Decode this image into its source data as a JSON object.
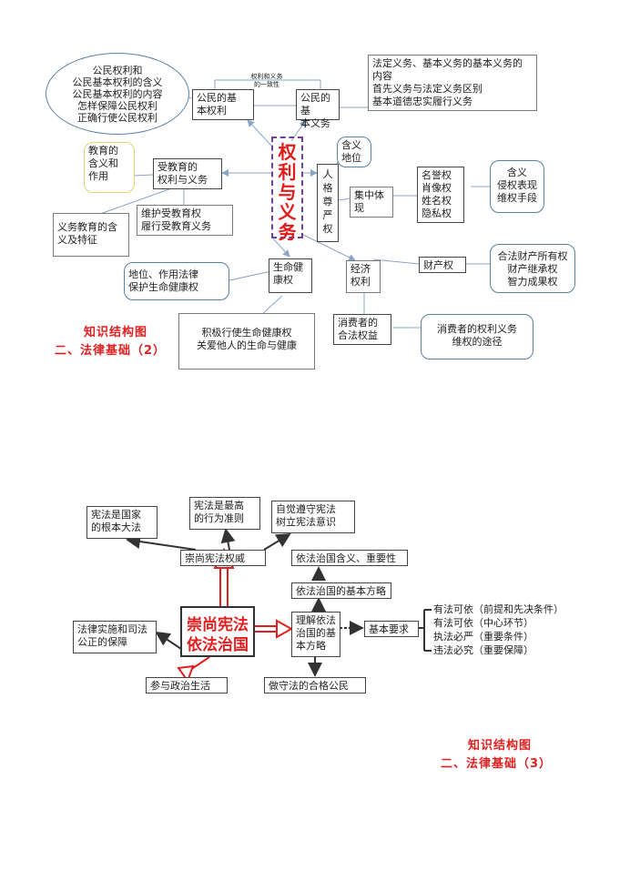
{
  "diagram2": {
    "rights_items": "公民权利和\n公民基本权利的含义\n公民基本权利的内容\n怎样保障公民权利\n正确行使公民权利",
    "basic_rights": "公民的基\n本权利",
    "consistency": "权利和义务\n的一致性",
    "basic_duties": "公民的基\n本义务",
    "duty_items": "法定义务、基本义务的基本义务的\n内容\n首先义务与法定义务区别\n基本道德忠实履行义务",
    "center": "权\n利\n与\n义\n务",
    "edu_meaning": "教育的\n含义和\n作用",
    "edu_rights": "受教育的\n权利与义务",
    "edu_protect": "维护受教育权\n履行受教育义务",
    "compulsory": "义务教育的含\n义及特征",
    "dignity": "人\n格\n尊\n严\n权",
    "dignity_meaning": "含义\n地位",
    "concentrated": "集中体\n现",
    "four_rights": "名誉权\n肖像权\n姓名权\n隐私权",
    "infringement": "含义\n侵权表现\n维权手段",
    "life_health": "生命健\n康权",
    "life_position": "地位、作用法律\n保护生命健康权",
    "life_active": "积极行使生命健康权\n关爱他人的生命与健康",
    "economic": "经济\n权利",
    "property": "财产权",
    "property_items": "合法财产所有权\n财产继承权\n智力成果权",
    "consumer": "消费者的\n合法权益",
    "consumer_items": "消费者的权利义务\n维权的途径",
    "title_line1": "知识结构图",
    "title_line2": "二、法律基础（2）"
  },
  "diagram3": {
    "supreme_law": "宪法是国家\n的根本大法",
    "highest_norm": "宪法是最高\n的行为准则",
    "conscious": "自觉遵守宪法\n树立宪法意识",
    "revere": "崇尚宪法权威",
    "rule_meaning": "依法治国含义、重要性",
    "strategy": "依法治国的基本方略",
    "center": "崇尚宪法\n依法治国",
    "understand": "理解依法\n治国的基\n本方略",
    "requirements": "基本要求",
    "req_items": "有法可依（前提和先决条件）\n有法可依（中心环节）\n执法必严（重要条件）\n违法必究（重要保障）",
    "guarantee": "法律实施和司法\n公正的保障",
    "participate": "参与政治生活",
    "citizen": "做守法的合格公民",
    "title_line1": "知识结构图",
    "title_line2": "二、法律基础（3）"
  }
}
